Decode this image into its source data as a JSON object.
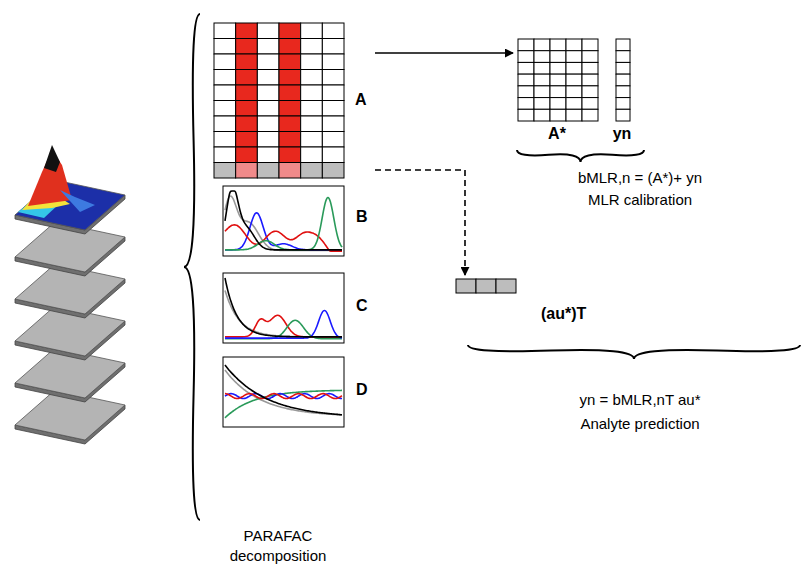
{
  "diagram": {
    "nodes": [
      {
        "text": [
          "A"
        ]
      },
      {
        "text": [
          "B"
        ]
      },
      {
        "text": [
          "C"
        ]
      },
      {
        "text": [
          "D"
        ]
      },
      {
        "text": [
          "A*"
        ]
      },
      {
        "text": [
          "yn"
        ]
      },
      {
        "text": [
          "(au*)T"
        ]
      }
    ],
    "edges": [
      {
        "from": 0,
        "to": 4,
        "arrow": "to"
      },
      {
        "from": 0,
        "to": 6,
        "arrow": "to"
      }
    ],
    "labels": [
      "bMLR,n = (A*)+ yn",
      "MLR calibration",
      "yn = bMLR,nT au*",
      "Analyte prediction",
      "PARAFAC decomposition"
    ]
  }
}
